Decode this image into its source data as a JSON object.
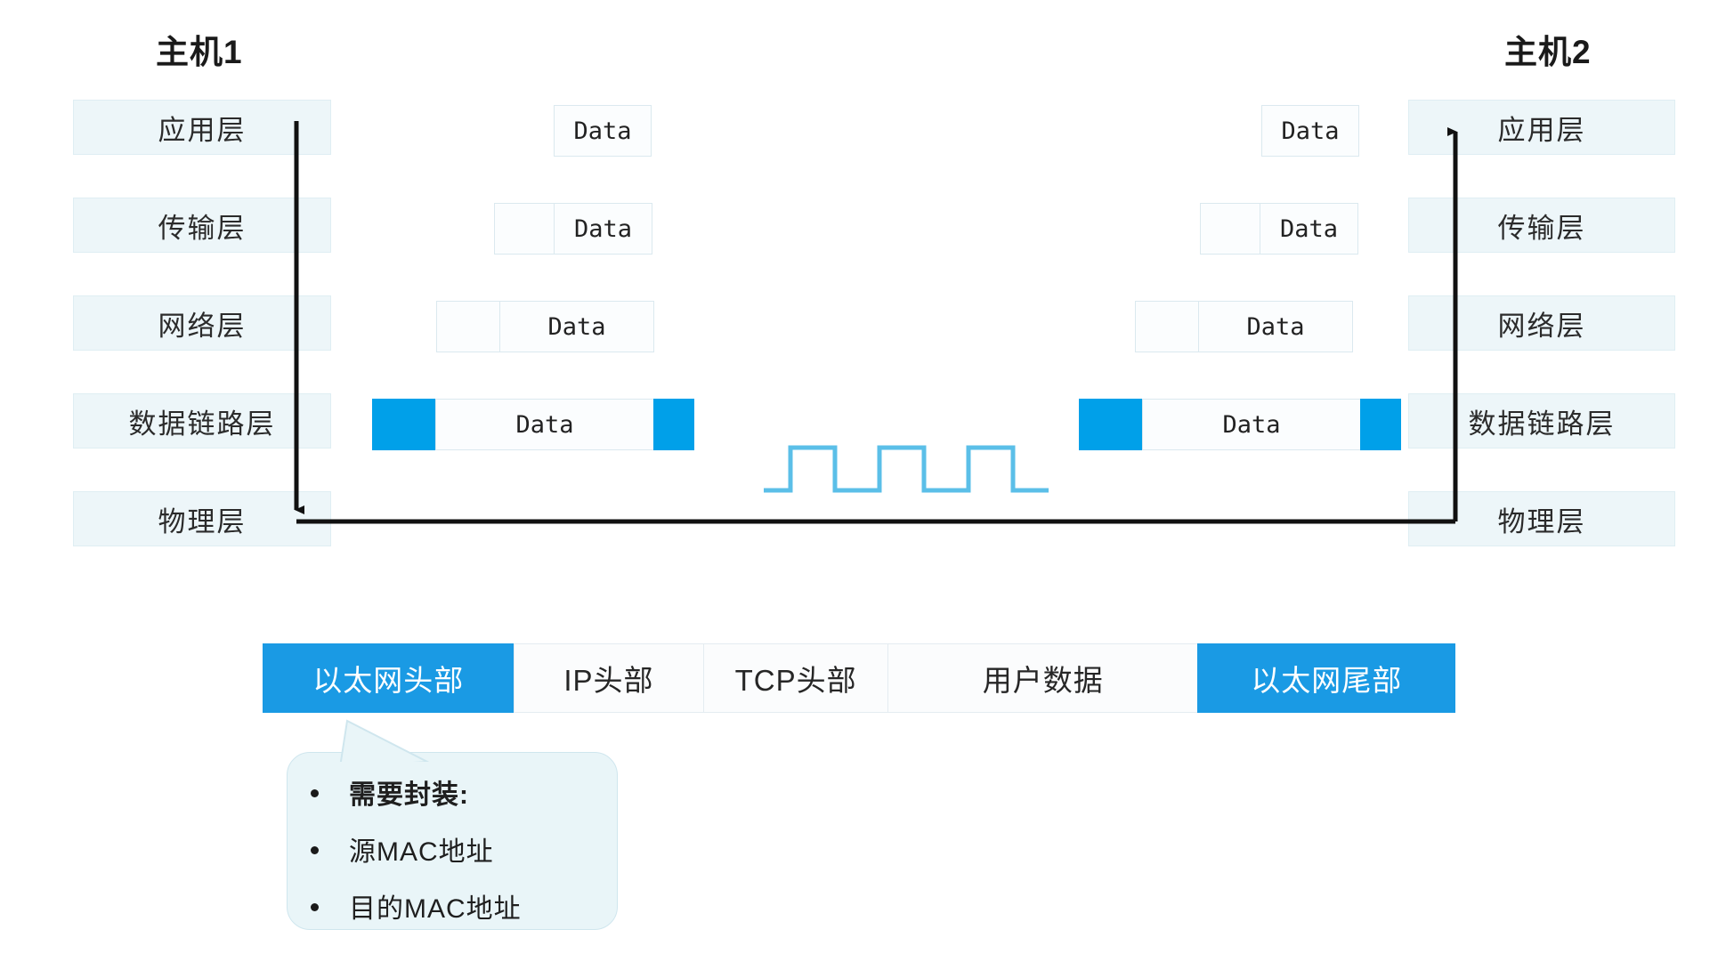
{
  "diagram": {
    "title_left": "主机1",
    "title_right": "主机2",
    "data_label": "Data"
  },
  "hosts": {
    "left": {
      "name": "主机1",
      "layers": [
        {
          "label": "应用层"
        },
        {
          "label": "传输层"
        },
        {
          "label": "网络层"
        },
        {
          "label": "数据链路层"
        },
        {
          "label": "物理层"
        }
      ]
    },
    "right": {
      "name": "主机2",
      "layers": [
        {
          "label": "应用层"
        },
        {
          "label": "传输层"
        },
        {
          "label": "网络层"
        },
        {
          "label": "数据链路层"
        },
        {
          "label": "物理层"
        }
      ]
    }
  },
  "pdus": {
    "left": [
      {
        "layer": "应用层",
        "segments": [
          {
            "type": "data",
            "label": "Data"
          }
        ]
      },
      {
        "layer": "传输层",
        "segments": [
          {
            "type": "header",
            "label": ""
          },
          {
            "type": "data",
            "label": "Data"
          }
        ]
      },
      {
        "layer": "网络层",
        "segments": [
          {
            "type": "header",
            "label": ""
          },
          {
            "type": "data",
            "label": "Data"
          }
        ]
      },
      {
        "layer": "数据链路层",
        "segments": [
          {
            "type": "header-blue",
            "label": ""
          },
          {
            "type": "data",
            "label": "Data"
          },
          {
            "type": "trailer-blue",
            "label": ""
          }
        ]
      }
    ],
    "right": [
      {
        "layer": "应用层",
        "segments": [
          {
            "type": "data",
            "label": "Data"
          }
        ]
      },
      {
        "layer": "传输层",
        "segments": [
          {
            "type": "header",
            "label": ""
          },
          {
            "type": "data",
            "label": "Data"
          }
        ]
      },
      {
        "layer": "网络层",
        "segments": [
          {
            "type": "header",
            "label": ""
          },
          {
            "type": "data",
            "label": "Data"
          }
        ]
      },
      {
        "layer": "数据链路层",
        "segments": [
          {
            "type": "header-blue",
            "label": ""
          },
          {
            "type": "data",
            "label": "Data"
          },
          {
            "type": "trailer-blue",
            "label": ""
          }
        ]
      }
    ]
  },
  "signal": {
    "name": "square-wave-signal",
    "pulses": 3
  },
  "frame_bar": {
    "cells": [
      {
        "label": "以太网头部",
        "accent": true
      },
      {
        "label": "IP头部",
        "accent": false
      },
      {
        "label": "TCP头部",
        "accent": false
      },
      {
        "label": "用户数据",
        "accent": false
      },
      {
        "label": "以太网尾部",
        "accent": true
      }
    ]
  },
  "callout": {
    "items": [
      {
        "text": "需要封装:",
        "bold": true
      },
      {
        "text": "源MAC地址",
        "bold": false
      },
      {
        "text": "目的MAC地址",
        "bold": false
      }
    ]
  },
  "colors": {
    "accent_blue": "#00a0e9",
    "bar_blue": "#1a9ae4",
    "layer_fill": "#edf6f9",
    "layer_border": "#dfeef3",
    "signal_blue": "#5bbfe8",
    "callout_fill": "#e9f5f8",
    "arrow_black": "#111111"
  }
}
